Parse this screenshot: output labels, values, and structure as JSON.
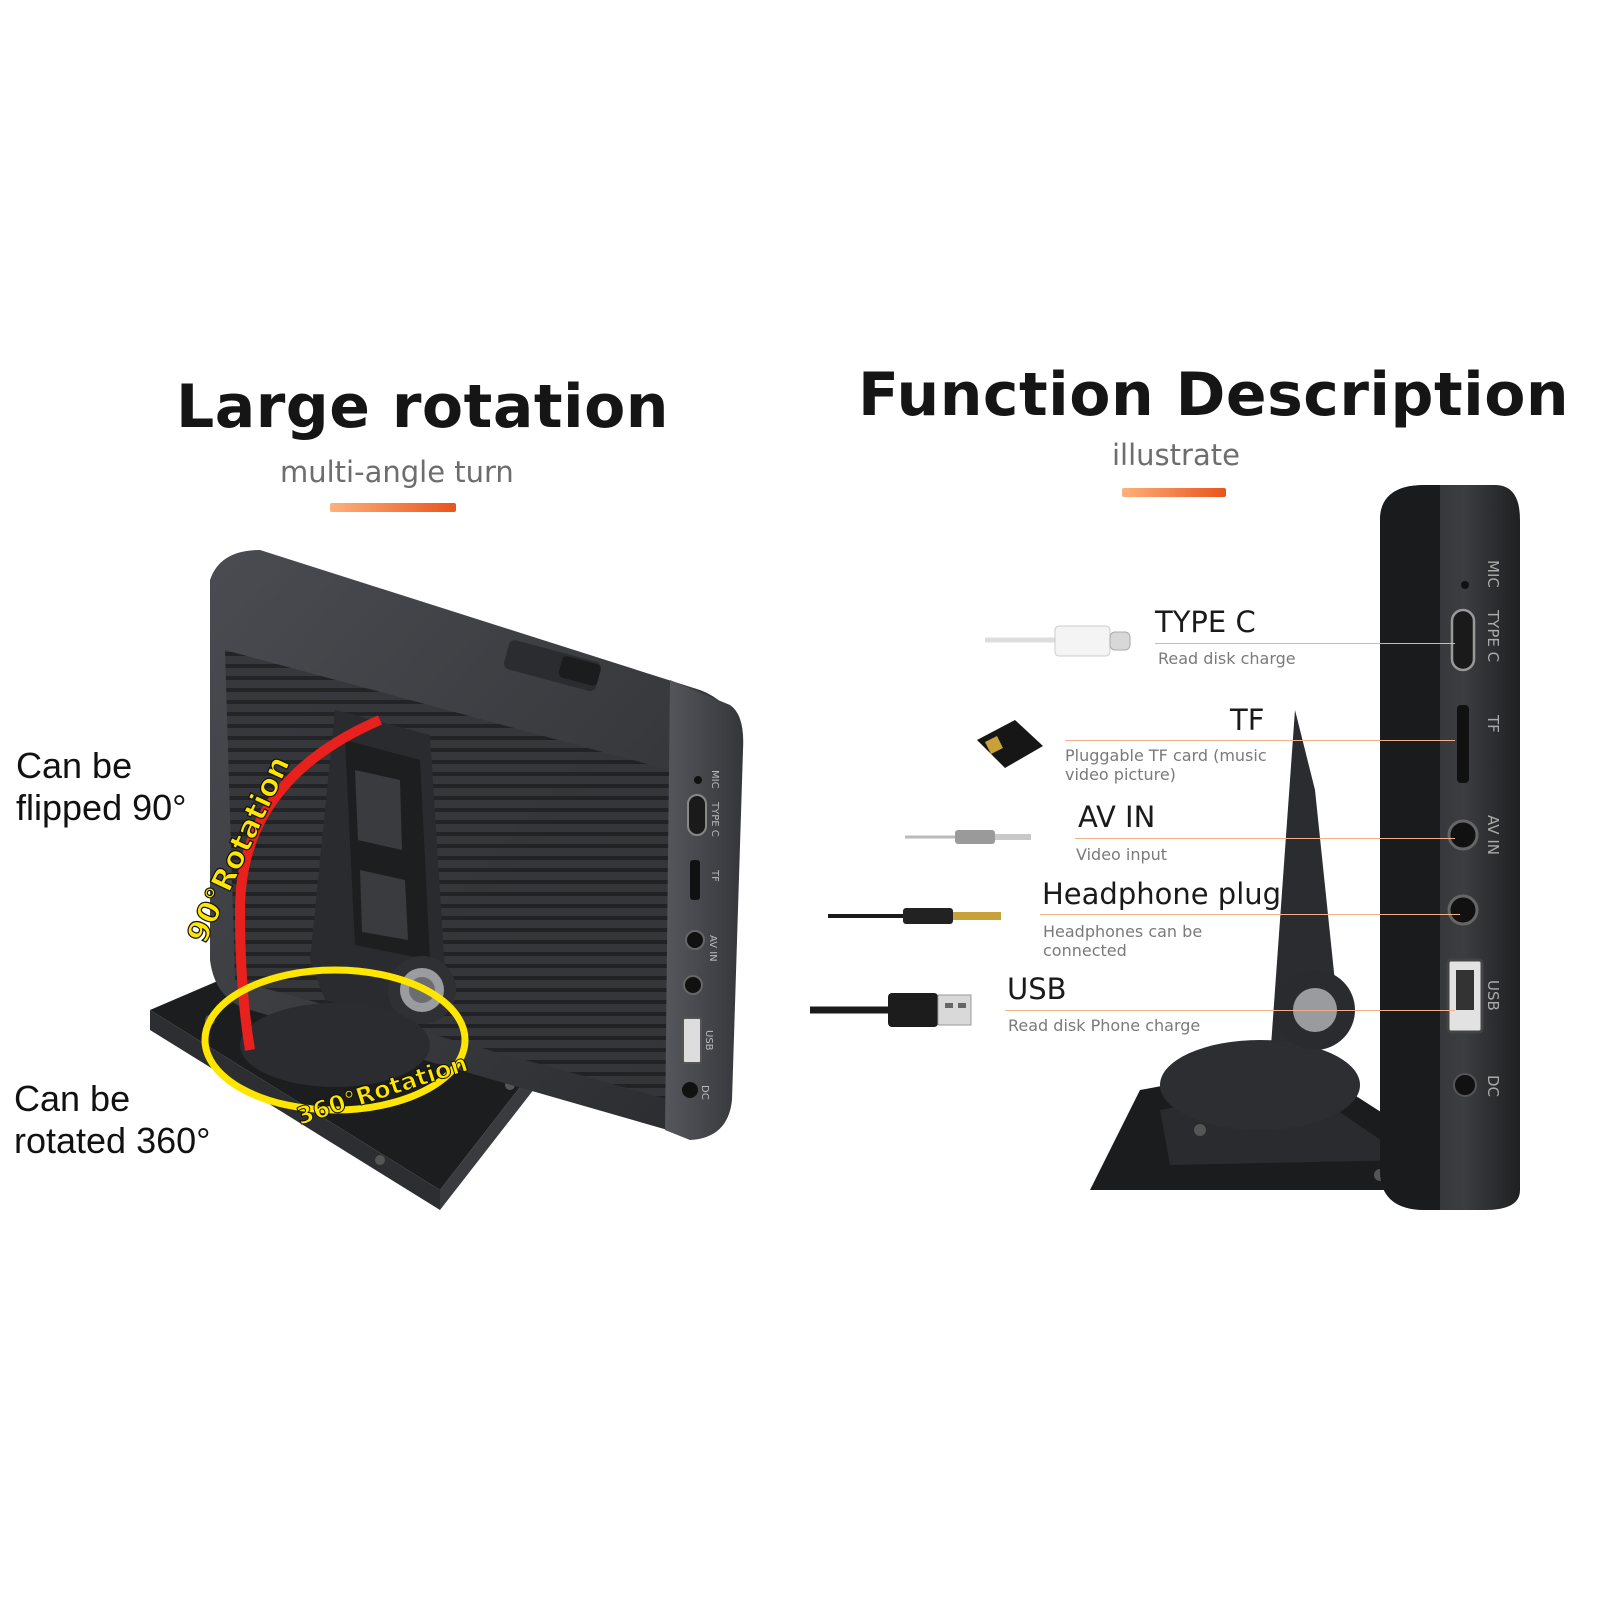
{
  "left_panel": {
    "title": "Large rotation",
    "subtitle": "multi-angle turn",
    "label_flip_line1": "Can be",
    "label_flip_line2": "flipped 90°",
    "label_rotate_line1": "Can be",
    "label_rotate_line2": "rotated 360°",
    "arc_label_90": "90°Rotation",
    "arc_label_360": "360°Rotation",
    "device_side_labels": [
      "MIC",
      "TYPE C",
      "TF",
      "AV IN",
      "USB",
      "DC"
    ]
  },
  "right_panel": {
    "title": "Function Description",
    "subtitle": "illustrate",
    "ports": [
      {
        "name": "TYPE C",
        "description": "Read disk charge"
      },
      {
        "name": "TF",
        "description": "Pluggable TF card (music video picture)"
      },
      {
        "name": "AV IN",
        "description": "Video input"
      },
      {
        "name": "Headphone plug",
        "description": "Headphones can be connected"
      },
      {
        "name": "USB",
        "description": "Read disk  Phone charge"
      }
    ],
    "device_side_labels": [
      "MIC",
      "TYPE C",
      "TF",
      "AV IN",
      "USB",
      "DC"
    ]
  },
  "colors": {
    "accent_start": "#ff8a3d",
    "accent_end": "#e8541c",
    "arc_red": "#e8201e",
    "arc_yellow": "#ffe600",
    "device_body": "#3a3c40",
    "leader_line": "#f2b08a"
  }
}
